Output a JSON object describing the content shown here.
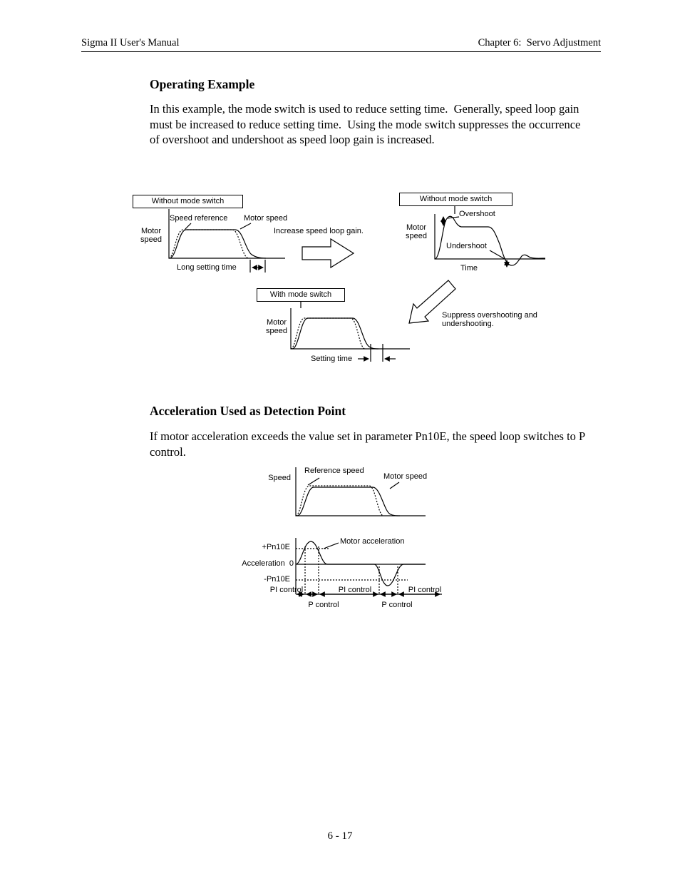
{
  "page": {
    "header_left": "Sigma II User's Manual",
    "header_right": "Chapter 6:  Servo Adjustment",
    "footer_page_number": "6 - 17"
  },
  "section1": {
    "title": "Operating Example",
    "body": "In this example, the mode switch is used to reduce setting time.  Generally, speed loop gain must be increased to reduce setting time.  Using the mode switch suppresses the occurrence of overshoot and undershoot as speed loop gain is increased."
  },
  "section2": {
    "title": "Acceleration Used as Detection Point",
    "body": "If motor acceleration exceeds the value set in parameter Pn10E, the speed loop switches to P control."
  },
  "diagram1": {
    "box_without_mode_switch_left": "Without mode switch",
    "box_without_mode_switch_right": "Without mode switch",
    "box_with_mode_switch": "With mode switch",
    "speed_reference": "Speed reference",
    "motor_speed_curve": "Motor speed",
    "motor_speed_axis_left": "Motor speed",
    "long_setting_time": "Long setting time",
    "increase_gain": "Increase speed loop gain.",
    "motor_speed_axis_right": "Motor speed",
    "overshoot": "Overshoot",
    "undershoot": "Undershoot",
    "time": "Time",
    "motor_speed_axis_bottom": "Motor speed",
    "setting_time": "Setting time",
    "suppress": "Suppress overshooting and undershooting."
  },
  "diagram2": {
    "speed_axis": "Speed",
    "reference_speed": "Reference speed",
    "motor_speed": "Motor speed",
    "plus_pn10e": "+Pn10E",
    "acceleration_zero": "Acceleration  0",
    "minus_pn10e": "-Pn10E",
    "motor_acceleration": "Motor acceleration",
    "pi_control_left": "PI control",
    "p_control_left": "P control",
    "pi_control_mid": "PI control",
    "p_control_right": "P control",
    "pi_control_right": "PI control"
  }
}
